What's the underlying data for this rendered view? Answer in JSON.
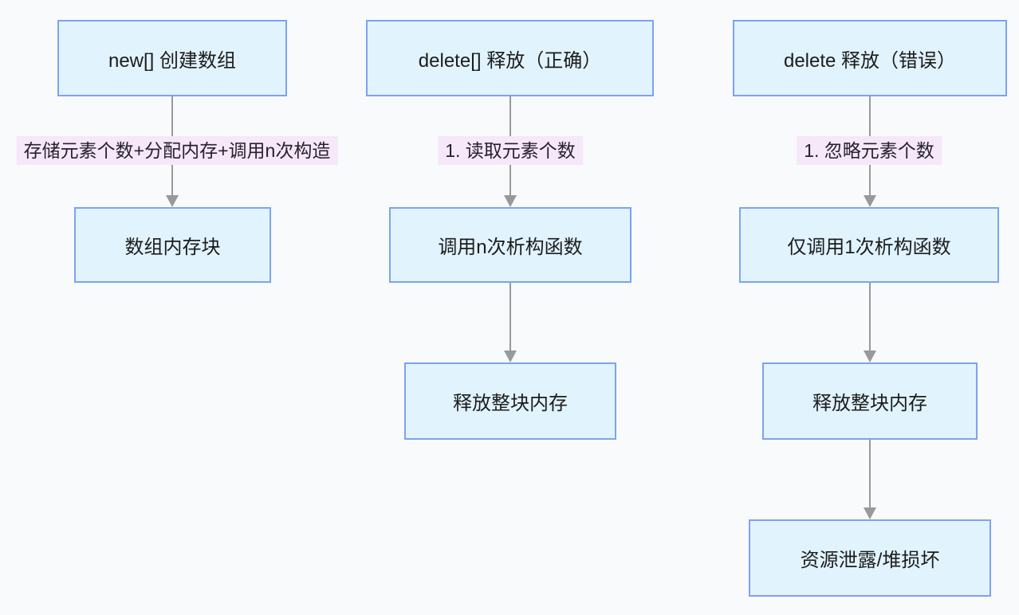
{
  "diagram": {
    "description": "three-column flowchart comparing new[] allocation, delete[] (correct) and delete (wrong) deallocation",
    "colors": {
      "background": "#f8fafc",
      "node_fill": "#e1f3fd",
      "node_border": "#7da3f0",
      "node_text": "#1c1c1c",
      "edge_line": "#999999",
      "edge_label_bg": "#f6e8f8",
      "edge_label_text": "#26212f"
    },
    "nodes": {
      "new_array": {
        "label": "new[] 创建数组"
      },
      "array_memory_block": {
        "label": "数组内存块"
      },
      "delete_array_correct": {
        "label": "delete[] 释放（正确）"
      },
      "call_n_destructors": {
        "label": "调用n次析构函数"
      },
      "free_whole_block_correct": {
        "label": "释放整块内存"
      },
      "delete_wrong": {
        "label": "delete 释放（错误）"
      },
      "call_one_destructor": {
        "label": "仅调用1次析构函数"
      },
      "free_whole_block_wrong": {
        "label": "释放整块内存"
      },
      "resource_leak": {
        "label": "资源泄露/堆损坏"
      }
    },
    "edge_labels": {
      "new_array_process": "存储元素个数+分配内存+调用n次构造",
      "read_element_count": "1. 读取元素个数",
      "ignore_element_count": "1. 忽略元素个数"
    }
  }
}
